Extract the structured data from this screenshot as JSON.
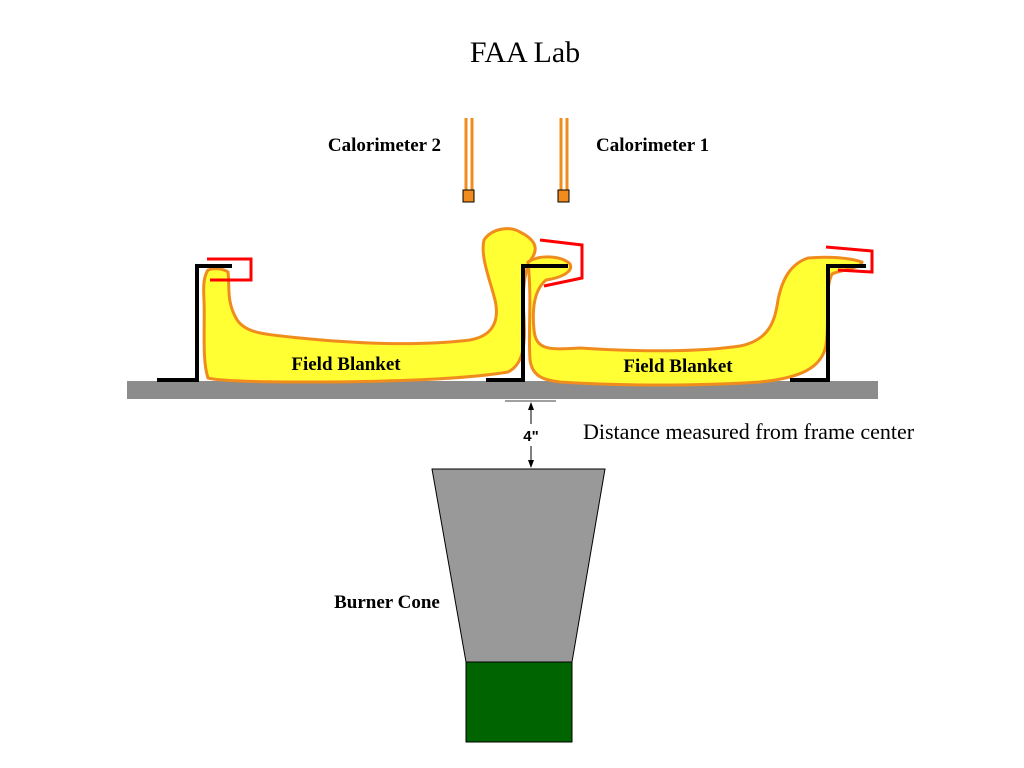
{
  "title": "FAA Lab",
  "labels": {
    "calorimeter_2": "Calorimeter 2",
    "calorimeter_1": "Calorimeter 1",
    "field_blanket_left": "Field Blanket",
    "field_blanket_right": "Field Blanket",
    "distance_value": "4\"",
    "distance_note": "Distance measured from frame center",
    "burner_cone": "Burner Cone"
  },
  "colors": {
    "blanket_fill": "#ffff33",
    "blanket_stroke": "#f08c1e",
    "calorimeter": "#f08c1e",
    "clip": "#ff0000",
    "frame": "#000000",
    "plate": "#8c8c8c",
    "cone": "#999999",
    "burner_base": "#006400"
  }
}
